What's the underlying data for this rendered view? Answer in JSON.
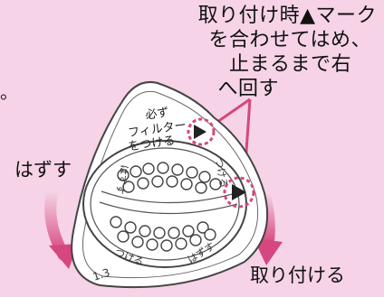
{
  "callout": {
    "line1": "取り付け時▲マーク",
    "line2": "を合わせてはめ、",
    "line3": "止まるまで右",
    "line4": "へ回す"
  },
  "left_stub": "。",
  "filter_note": {
    "line1": "必ず",
    "line2": "フィルター",
    "line3": "をつける"
  },
  "cap_labels": {
    "remove_top": "はずす",
    "attach_top": "つける",
    "attach_bottom": "つける",
    "remove_bottom": "はずす"
  },
  "model_number": "1.3",
  "side_labels": {
    "remove": "はずす",
    "attach": "取り付ける"
  },
  "colors": {
    "background": "#F6D3E6",
    "arrow": "#D6477F",
    "outline": "#444444",
    "body_fill": "#FFFFFF"
  }
}
